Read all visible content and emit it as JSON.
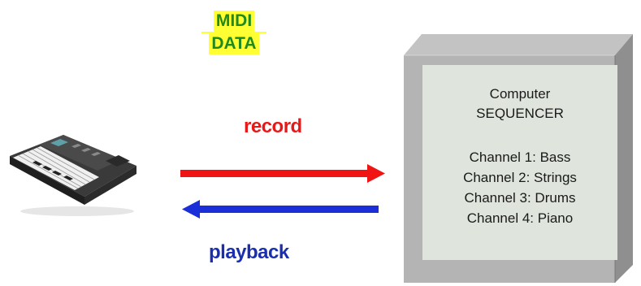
{
  "midi_label": {
    "line1": "MIDI",
    "line2": "DATA"
  },
  "arrows": {
    "record_label": "record",
    "playback_label": "playback",
    "record_color": "#f01414",
    "playback_color": "#1a2fd8"
  },
  "computer": {
    "title_line1": "Computer",
    "title_line2": "SEQUENCER",
    "channels": [
      "Channel 1:  Bass",
      "Channel 2:  Strings",
      "Channel 3:  Drums",
      "Channel 4: Piano"
    ]
  },
  "icons": {
    "keyboard": "keyboard-icon",
    "computer": "computer-box"
  }
}
